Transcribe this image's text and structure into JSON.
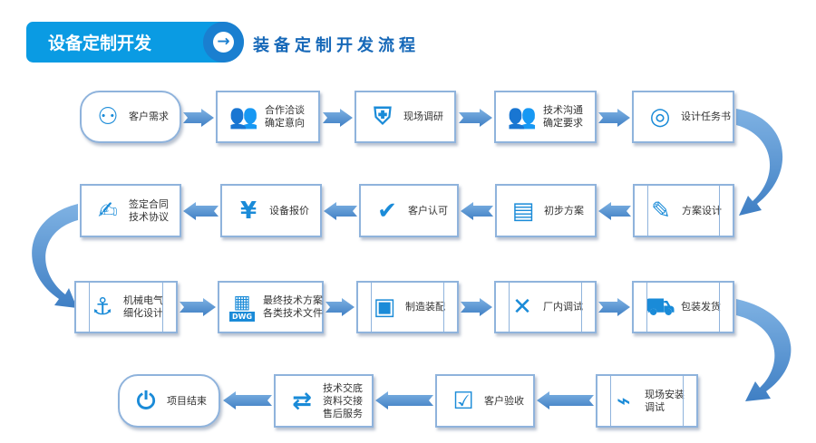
{
  "header": {
    "banner": "设备定制开发",
    "title": "装备定制开发流程"
  },
  "colors": {
    "accent": "#0a9be3",
    "arrow": "#5b9bd5",
    "border": "#8fb3dc",
    "title": "#1668b8"
  },
  "nodes": [
    {
      "lines": [
        "客户需求"
      ],
      "icon": "user-icon"
    },
    {
      "lines": [
        "合作洽谈",
        "确定意向"
      ],
      "icon": "meeting-icon"
    },
    {
      "lines": [
        "现场调研"
      ],
      "icon": "helmet-shield-icon"
    },
    {
      "lines": [
        "技术沟通",
        "确定要求"
      ],
      "icon": "discussion-icon"
    },
    {
      "lines": [
        "设计任务书"
      ],
      "icon": "target-icon"
    },
    {
      "lines": [
        "方案设计"
      ],
      "icon": "pen-design-icon"
    },
    {
      "lines": [
        "初步方案"
      ],
      "icon": "blueprint-icon"
    },
    {
      "lines": [
        "客户认可"
      ],
      "icon": "checkmark-icon"
    },
    {
      "lines": [
        "设备报价"
      ],
      "icon": "yen-icon"
    },
    {
      "lines": [
        "签定合同",
        "技术协议"
      ],
      "icon": "contract-sign-icon"
    },
    {
      "lines": [
        "机械电气",
        "细化设计"
      ],
      "icon": "compass-icon"
    },
    {
      "lines": [
        "最终技术方案",
        "各类技术文件"
      ],
      "icon": "dwg-file-icon",
      "badge": "DWG"
    },
    {
      "lines": [
        "制造装配"
      ],
      "icon": "cubes-icon"
    },
    {
      "lines": [
        "厂内调试"
      ],
      "icon": "tools-icon"
    },
    {
      "lines": [
        "包装发货"
      ],
      "icon": "truck-icon"
    },
    {
      "lines": [
        "现场安装",
        "调试"
      ],
      "icon": "monitor-icon"
    },
    {
      "lines": [
        "客户验收"
      ],
      "icon": "calendar-check-icon"
    },
    {
      "lines": [
        "技术交底",
        "资料交接",
        "售后服务"
      ],
      "icon": "user-exchange-icon"
    },
    {
      "lines": [
        "项目结束"
      ],
      "icon": "power-icon"
    }
  ]
}
